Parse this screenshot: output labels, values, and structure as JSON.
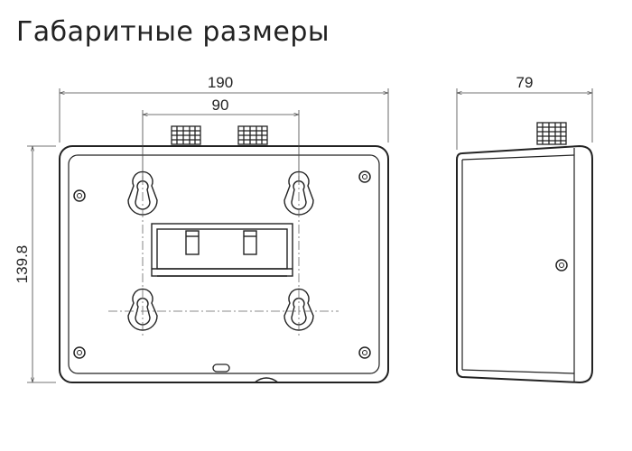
{
  "title": "Габаритные размеры",
  "dimensions": {
    "front_width": "190",
    "mount_spacing": "90",
    "front_height": "139.8",
    "side_depth": "79"
  },
  "colors": {
    "line": "#222222",
    "dim_line": "#444444",
    "shadow": "#e8e8e8"
  }
}
